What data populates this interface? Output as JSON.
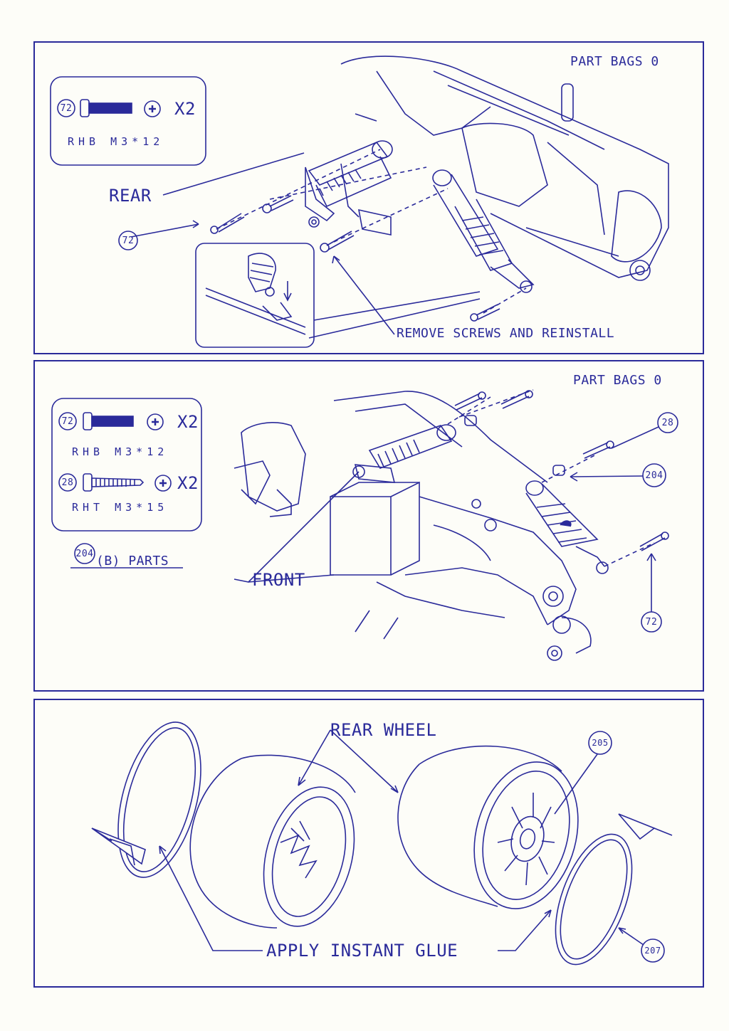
{
  "step1": {
    "bag_label": "PART BAGS 0",
    "part_box": {
      "part_number": "72",
      "quantity": "X2",
      "spec": "RHB M3*12"
    },
    "rear_label": "REAR",
    "callout_number": "72",
    "instruction": "REMOVE SCREWS AND REINSTALL"
  },
  "step2": {
    "bag_label": "PART BAGS 0",
    "part_box": [
      {
        "part_number": "72",
        "quantity": "X2",
        "spec": "RHB M3*12"
      },
      {
        "part_number": "28",
        "quantity": "X2",
        "spec": "RHT M3*15"
      }
    ],
    "b_parts": {
      "number": "204",
      "label": "(B) PARTS"
    },
    "front_label": "FRONT",
    "callouts": [
      "28",
      "204",
      "72"
    ]
  },
  "step3": {
    "wheel_label": "REAR WHEEL",
    "callouts": [
      "205",
      "207"
    ],
    "instruction": "APPLY INSTANT GLUE"
  },
  "colors": {
    "ink": "#2a2a9a",
    "paper": "#fdfdf8"
  }
}
